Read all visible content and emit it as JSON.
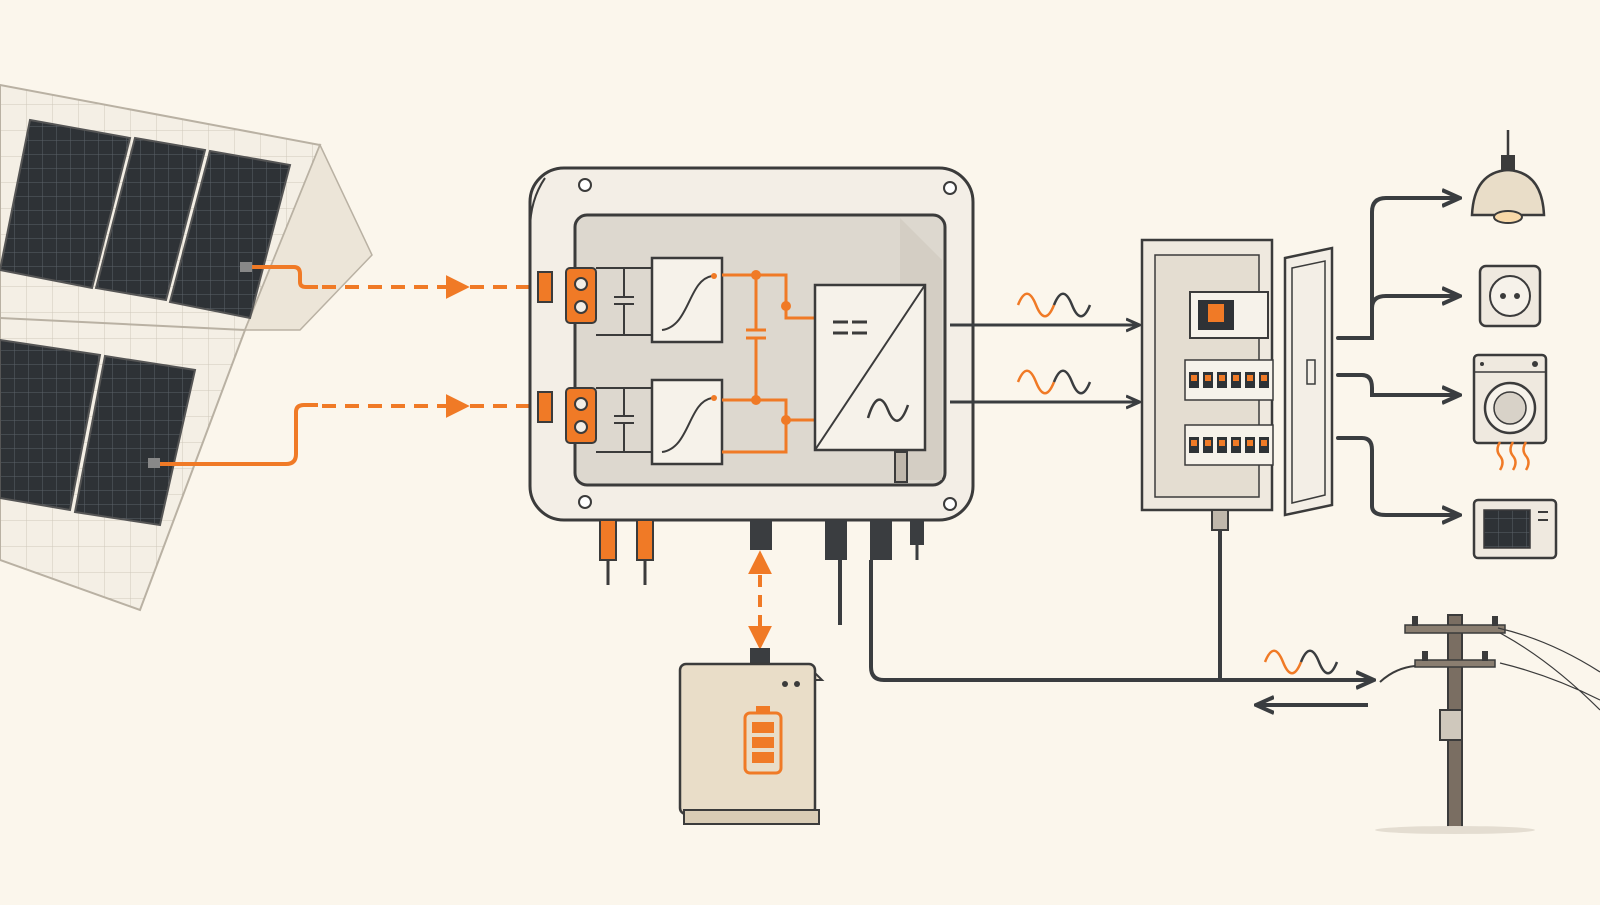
{
  "colors": {
    "background": "#fbf6ec",
    "dc_wire": "#f07a26",
    "ac_wire": "#3a3d40",
    "outline": "#3b3b3b",
    "panel_cell": "#2e3236",
    "enclosure": "#f3eee6",
    "enclosure_inner": "#ddd8cf",
    "battery_body": "#e9ddc8"
  },
  "components": {
    "solar_array": {
      "icon": "solar-panel-icon",
      "panel_strings": 2
    },
    "inverter": {
      "icon": "inverter-icon",
      "dc_inputs": 2,
      "mppt_blocks": 2,
      "converter_symbols": {
        "dc": "dc-symbol-icon",
        "ac": "ac-sine-icon"
      }
    },
    "battery": {
      "icon": "battery-icon"
    },
    "distribution_board": {
      "icon": "breaker-panel-icon",
      "breaker_rows": 2,
      "breakers_per_row": 6
    },
    "loads": [
      {
        "icon": "pendant-lamp-icon"
      },
      {
        "icon": "wall-socket-icon"
      },
      {
        "icon": "washing-machine-icon"
      },
      {
        "icon": "heat-pump-icon"
      }
    ],
    "grid": {
      "icon": "utility-pole-icon"
    }
  },
  "flows": {
    "pv_to_inverter": {
      "type": "dc",
      "direction": "forward"
    },
    "inverter_to_battery": {
      "type": "dc",
      "direction": "bidirectional"
    },
    "inverter_to_board": {
      "type": "ac",
      "direction": "forward"
    },
    "board_to_loads": {
      "type": "ac",
      "direction": "forward"
    },
    "grid_exchange": {
      "type": "ac",
      "direction": "bidirectional"
    }
  }
}
